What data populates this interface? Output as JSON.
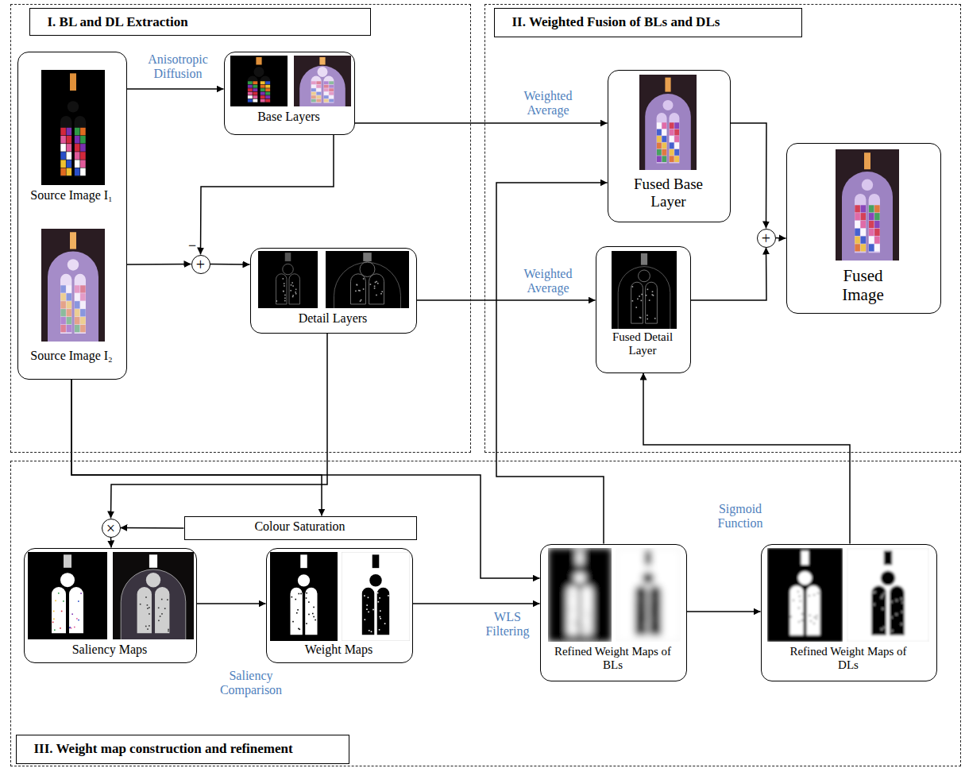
{
  "diagram": {
    "nodes": [
      {
        "text": [
          "I. BL and DL Extraction"
        ]
      },
      {
        "text": [
          "Source Image I₁",
          "Source Image I₂"
        ],
        "in": 0
      },
      {
        "text": [
          "Base Layers"
        ],
        "in": 0
      },
      {
        "text": [
          "Detail Layers"
        ],
        "in": 0
      },
      {
        "text": [
          "+"
        ],
        "in": 0
      },
      {
        "text": [
          "II. Weighted Fusion of BLs and DLs"
        ]
      },
      {
        "text": [
          "Fused Base Layer"
        ],
        "in": 5
      },
      {
        "text": [
          "Fused Detail Layer"
        ],
        "in": 5
      },
      {
        "text": [
          "+"
        ],
        "in": 5
      },
      {
        "text": [
          "Fused Image"
        ],
        "in": 5
      },
      {
        "text": [
          "III. Weight map construction and refinement"
        ]
      },
      {
        "text": [
          "×"
        ],
        "in": 10
      },
      {
        "text": [
          "Colour Saturation"
        ],
        "in": 10
      },
      {
        "text": [
          "Saliency Maps"
        ],
        "in": 10
      },
      {
        "text": [
          "Weight Maps"
        ],
        "in": 10
      },
      {
        "text": [
          "Refined Weight Maps of BLs"
        ],
        "in": 10
      },
      {
        "text": [
          "Refined Weight Maps of DLs"
        ],
        "in": 10
      }
    ],
    "edges": [
      {
        "from": 1,
        "to": 2,
        "arrow": "to",
        "label": "Anisotropic Diffusion"
      },
      {
        "from": 2,
        "to": 4,
        "arrow": "to"
      },
      {
        "from": 1,
        "to": 4,
        "arrow": "to"
      },
      {
        "from": 4,
        "to": 3,
        "arrow": "to"
      },
      {
        "from": 2,
        "to": 6,
        "arrow": "to",
        "label": "Weighted Average"
      },
      {
        "from": 3,
        "to": 7,
        "arrow": "to",
        "label": "Weighted Average"
      },
      {
        "from": 6,
        "to": 8,
        "arrow": "to"
      },
      {
        "from": 7,
        "to": 8,
        "arrow": "to"
      },
      {
        "from": 8,
        "to": 9,
        "arrow": "to"
      },
      {
        "from": 1,
        "to": 12,
        "arrow": "to"
      },
      {
        "from": 12,
        "to": 11,
        "arrow": "to"
      },
      {
        "from": 3,
        "to": 11,
        "arrow": "to"
      },
      {
        "from": 11,
        "to": 13,
        "arrow": "to"
      },
      {
        "from": 13,
        "to": 14,
        "arrow": "to",
        "label": "Saliency Comparison"
      },
      {
        "from": 14,
        "to": 15,
        "arrow": "to",
        "label": "WLS Filtering"
      },
      {
        "from": 1,
        "to": 15,
        "arrow": "to"
      },
      {
        "from": 15,
        "to": 16,
        "arrow": "to",
        "label": "Sigmoid Function"
      },
      {
        "from": 15,
        "to": 6,
        "arrow": "to"
      },
      {
        "from": 16,
        "to": 7,
        "arrow": "to"
      }
    ],
    "labels": [
      "−"
    ]
  }
}
